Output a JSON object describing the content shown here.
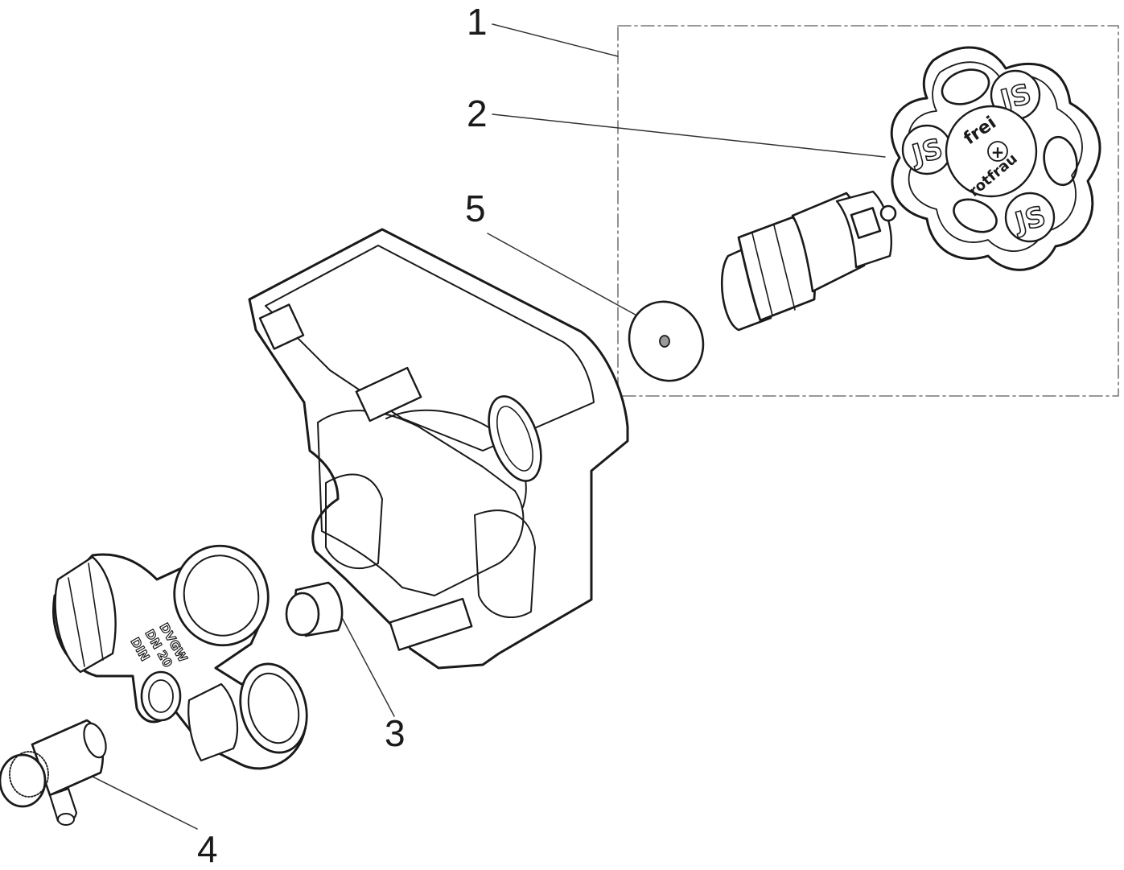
{
  "callouts": {
    "c1": "1",
    "c2": "2",
    "c3": "3",
    "c4": "4",
    "c5": "5"
  },
  "handwheel": {
    "logo": "JS",
    "cap_text": "frei",
    "cap_text_2": "rotfrau",
    "cap_symbol": "+"
  },
  "valve_body_stamp": {
    "line1": "DVGW",
    "line2": "DN 20",
    "line3": "DIN"
  },
  "colors": {
    "line": "#1a1a1a",
    "leader": "#333333",
    "frame": "#777777",
    "fill": "#ffffff",
    "shade": "#9a9a9a"
  }
}
